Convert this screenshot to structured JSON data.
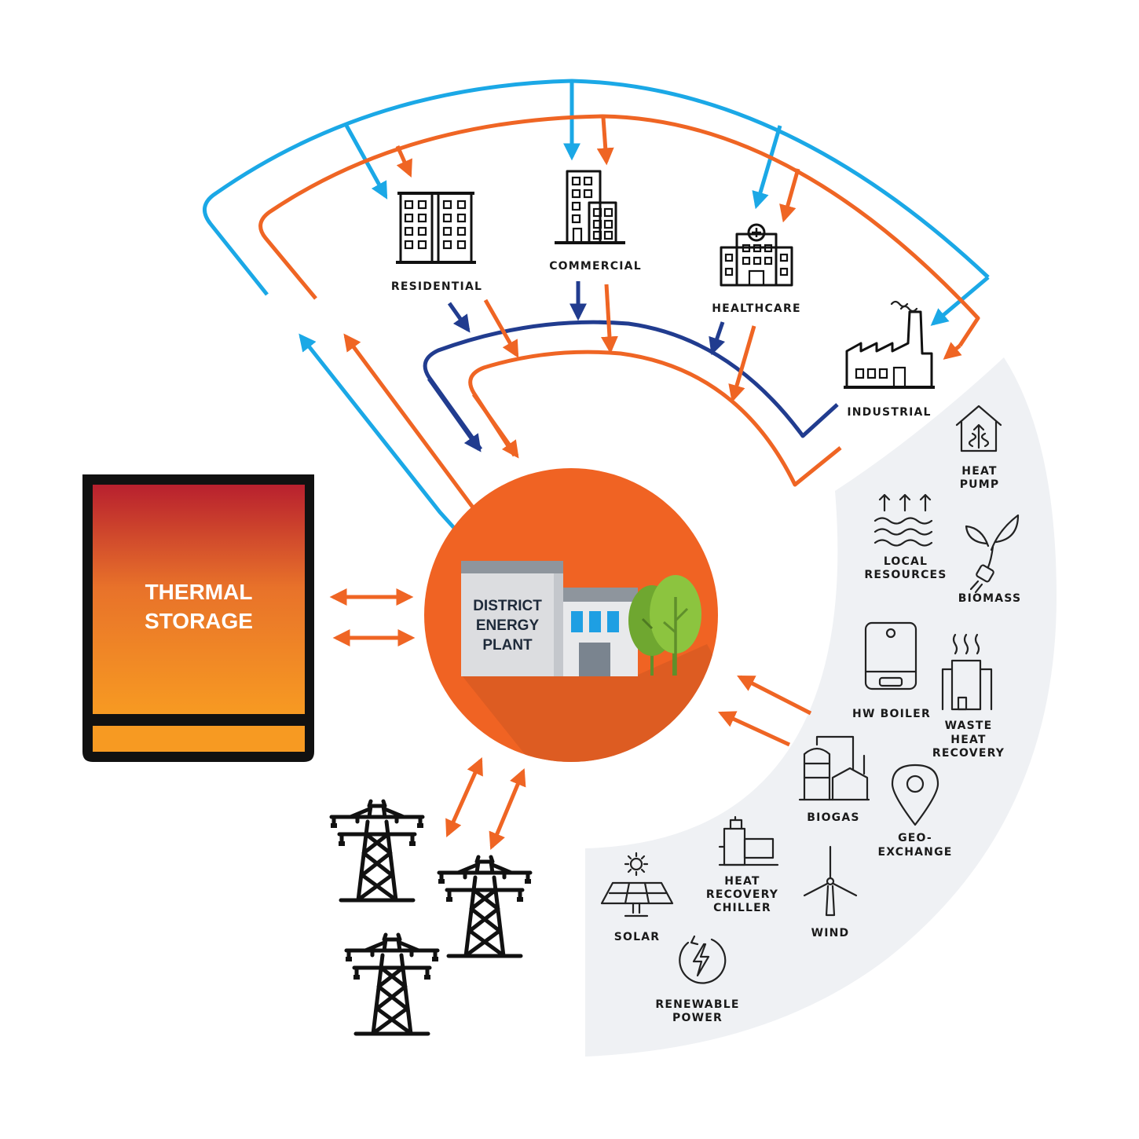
{
  "consumers": {
    "residential": "RESIDENTIAL",
    "commercial": "COMMERCIAL",
    "healthcare": "HEALTHCARE",
    "industrial": "INDUSTRIAL"
  },
  "thermal_storage": {
    "line1": "THERMAL",
    "line2": "STORAGE"
  },
  "plant": {
    "line1": "DISTRICT",
    "line2": "ENERGY",
    "line3": "PLANT"
  },
  "sources": {
    "heat_pump": {
      "line1": "HEAT",
      "line2": "PUMP"
    },
    "local_resources": {
      "line1": "LOCAL",
      "line2": "RESOURCES"
    },
    "biomass": "BIOMASS",
    "hw_boiler": "HW BOILER",
    "waste_heat": {
      "line1": "WASTE",
      "line2": "HEAT",
      "line3": "RECOVERY"
    },
    "biogas": "BIOGAS",
    "geo_exchange": {
      "line1": "GEO-",
      "line2": "EXCHANGE"
    },
    "heat_recovery_chiller": {
      "line1": "HEAT",
      "line2": "RECOVERY",
      "line3": "CHILLER"
    },
    "wind": "WIND",
    "solar": "SOLAR",
    "renewable_power": {
      "line1": "RENEWABLE",
      "line2": "POWER"
    }
  },
  "colors": {
    "orange": "#ef6524",
    "light_blue": "#1ba8e6",
    "dark_blue": "#213c8f",
    "panel_gray": "#eff1f4",
    "plant_circle": "#f06323"
  }
}
